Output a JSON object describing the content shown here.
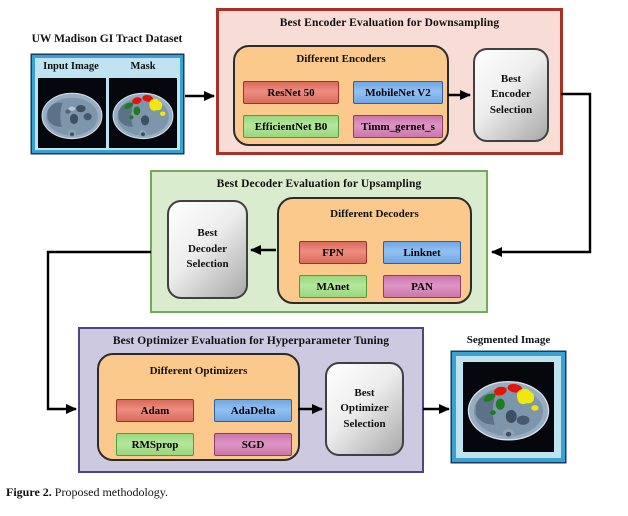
{
  "figure": {
    "caption_label": "Figure 2.",
    "caption_text": "Proposed methodology."
  },
  "dataset": {
    "title": "UW Madison GI Tract Dataset",
    "input_image_label": "Input Image",
    "mask_label": "Mask"
  },
  "encoder_stage": {
    "title": "Best Encoder Evaluation for Downsampling",
    "group_title": "Different Encoders",
    "options": [
      {
        "label": "ResNet 50",
        "color": "red"
      },
      {
        "label": "MobileNet V2",
        "color": "blue"
      },
      {
        "label": "EfficientNet B0",
        "color": "green"
      },
      {
        "label": "Timm_gernet_s",
        "color": "magenta"
      }
    ],
    "selection_label": "Best Encoder Selection"
  },
  "decoder_stage": {
    "title": "Best Decoder Evaluation for Upsampling",
    "group_title": "Different Decoders",
    "options": [
      {
        "label": "FPN",
        "color": "red"
      },
      {
        "label": "Linknet",
        "color": "blue"
      },
      {
        "label": "MAnet",
        "color": "green"
      },
      {
        "label": "PAN",
        "color": "magenta"
      }
    ],
    "selection_label": "Best Decoder Selection"
  },
  "optimizer_stage": {
    "title": "Best Optimizer Evaluation for Hyperparameter Tuning",
    "group_title": "Different Optimizers",
    "options": [
      {
        "label": "Adam",
        "color": "red"
      },
      {
        "label": "AdaDelta",
        "color": "blue"
      },
      {
        "label": "RMSprop",
        "color": "green"
      },
      {
        "label": "SGD",
        "color": "magenta"
      }
    ],
    "selection_label": "Best Optimizer Selection"
  },
  "output": {
    "title": "Segmented Image"
  },
  "colors": {
    "encoder_frame_border": "#a93226",
    "encoder_frame_fill": "#f7ddd5",
    "decoder_frame_border": "#73ac58",
    "decoder_frame_fill": "#daecce",
    "optimizer_frame_border": "#4e4680",
    "optimizer_frame_fill": "#cdc9e1",
    "group_box_fill": "#fbc98b",
    "option_red": "#e5837a",
    "option_blue": "#82b5ec",
    "option_green": "#a9e08e",
    "option_magenta": "#d487b8",
    "selection_box_fill": "#d9d9d9",
    "image_frame_fill": "#bfe3f1",
    "image_frame_border": "#38a3d3",
    "mask_red": "#e41209",
    "mask_green": "#1d7c1d",
    "mask_yellow": "#f2e70d"
  }
}
